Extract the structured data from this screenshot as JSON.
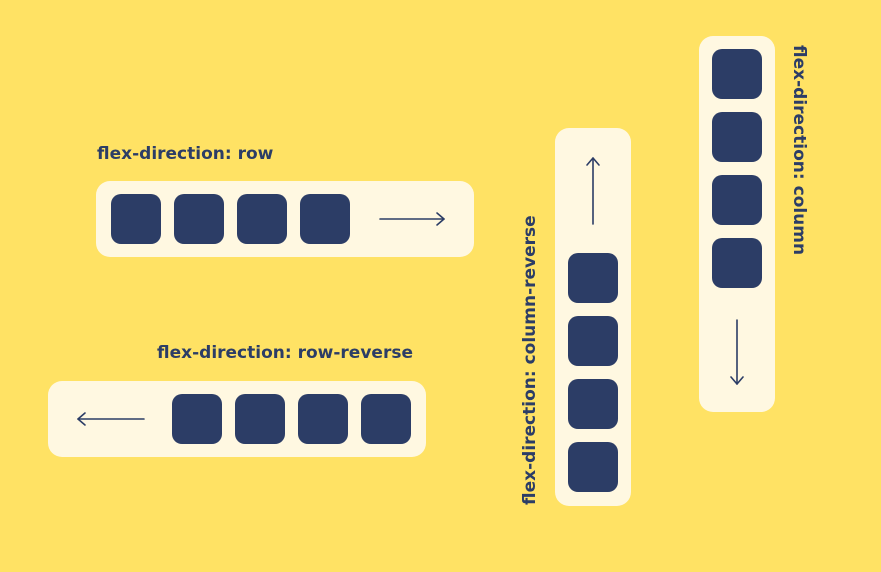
{
  "diagram": {
    "background_color": "#FFE264",
    "panel_color": "#FFF8E1",
    "item_color": "#2C3D66",
    "examples": [
      {
        "id": "row",
        "label": "flex-direction: row",
        "item_count": 4,
        "arrow_icon": "arrow-right-icon"
      },
      {
        "id": "row-reverse",
        "label": "flex-direction: row-reverse",
        "item_count": 4,
        "arrow_icon": "arrow-left-icon"
      },
      {
        "id": "column-reverse",
        "label": "flex-direction: column-reverse",
        "item_count": 4,
        "arrow_icon": "arrow-up-icon"
      },
      {
        "id": "column",
        "label": "flex-direction: column",
        "item_count": 4,
        "arrow_icon": "arrow-down-icon"
      }
    ]
  }
}
